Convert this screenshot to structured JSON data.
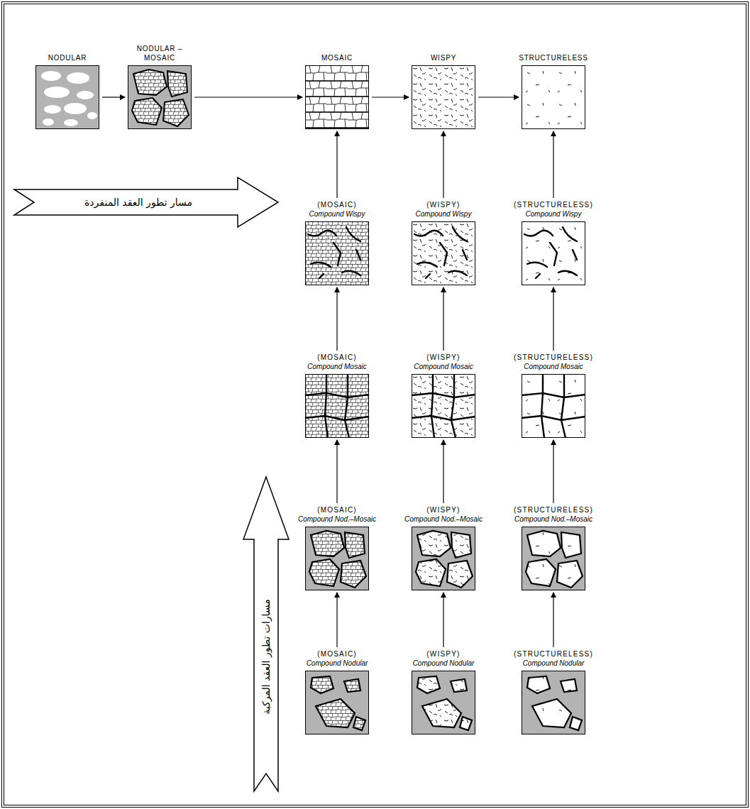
{
  "diagram": {
    "nodes": [
      {
        "text": [
          "NODULAR"
        ]
      },
      {
        "text": [
          "NODULAR – MOSAIC"
        ]
      },
      {
        "text": [
          "MOSAIC"
        ]
      },
      {
        "text": [
          "WISPY"
        ]
      },
      {
        "text": [
          "STRUCTURELESS"
        ]
      },
      {
        "text": [
          "(MOSAIC)",
          "Compound Wispy"
        ]
      },
      {
        "text": [
          "(WISPY)",
          "Compound Wispy"
        ]
      },
      {
        "text": [
          "(STRUCTURELESS)",
          "Compound Wispy"
        ]
      },
      {
        "text": [
          "(MOSAIC)",
          "Compound Mosaic"
        ]
      },
      {
        "text": [
          "(WISPY)",
          "Compound Mosaic"
        ]
      },
      {
        "text": [
          "(STRUCTURELESS)",
          "Compound Mosaic"
        ]
      },
      {
        "text": [
          "(MOSAIC)",
          "Compound Nod.–Mosaic"
        ]
      },
      {
        "text": [
          "(WISPY)",
          "Compound Nod.–Mosaic"
        ]
      },
      {
        "text": [
          "(STRUCTURELESS)",
          "Compound Nod.–Mosaic"
        ]
      },
      {
        "text": [
          "(MOSAIC)",
          "Compound Nodular"
        ]
      },
      {
        "text": [
          "(WISPY)",
          "Compound Nodular"
        ]
      },
      {
        "text": [
          "(STRUCTURELESS)",
          "Compound Nodular"
        ]
      }
    ],
    "edges": [
      {
        "from": 0,
        "to": 1,
        "arrow": "to"
      },
      {
        "from": 1,
        "to": 2,
        "arrow": "to"
      },
      {
        "from": 2,
        "to": 3,
        "arrow": "to"
      },
      {
        "from": 3,
        "to": 4,
        "arrow": "to"
      },
      {
        "from": 5,
        "to": 2,
        "arrow": "to"
      },
      {
        "from": 6,
        "to": 3,
        "arrow": "to"
      },
      {
        "from": 7,
        "to": 4,
        "arrow": "to"
      },
      {
        "from": 8,
        "to": 5,
        "arrow": "to"
      },
      {
        "from": 9,
        "to": 6,
        "arrow": "to"
      },
      {
        "from": 10,
        "to": 7,
        "arrow": "to"
      },
      {
        "from": 11,
        "to": 8,
        "arrow": "to"
      },
      {
        "from": 12,
        "to": 9,
        "arrow": "to"
      },
      {
        "from": 13,
        "to": 10,
        "arrow": "to"
      },
      {
        "from": 14,
        "to": 11,
        "arrow": "to"
      },
      {
        "from": 15,
        "to": 12,
        "arrow": "to"
      },
      {
        "from": 16,
        "to": 13,
        "arrow": "to"
      }
    ],
    "labels": [
      "مسار تطور العقد المنفردة",
      "مسارات تطور العقد المركبة"
    ]
  }
}
